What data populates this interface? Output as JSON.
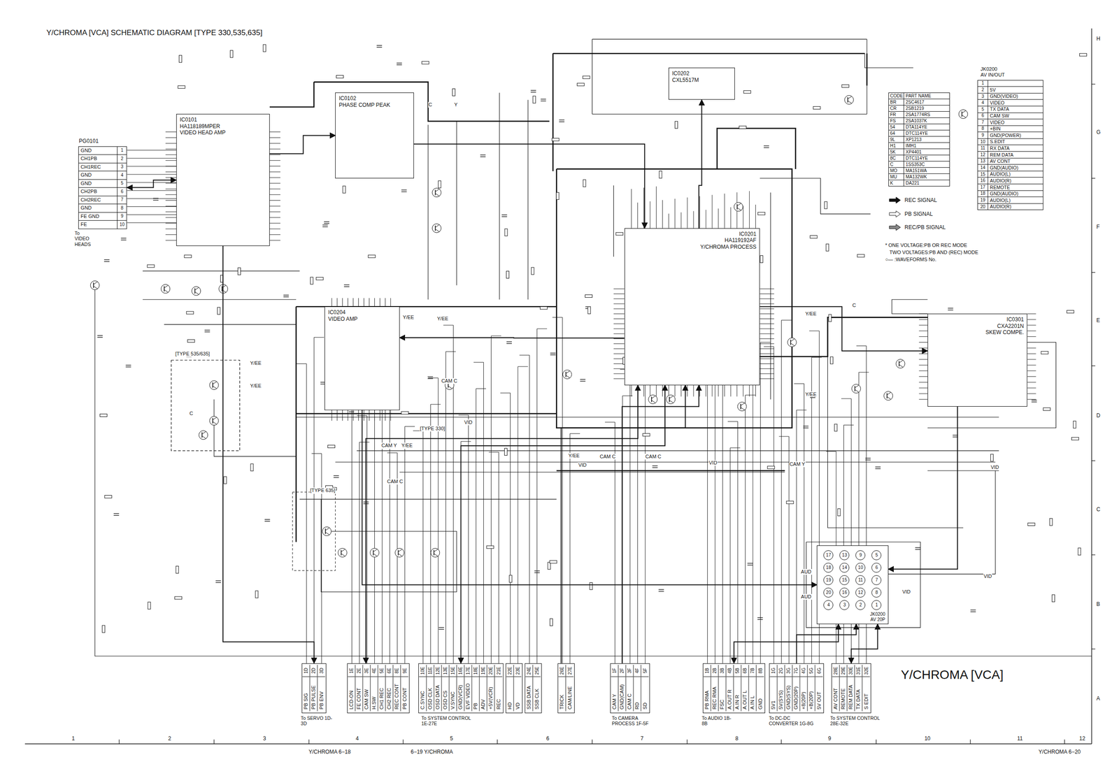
{
  "diagram": {
    "title": "Y/CHROMA [VCA] SCHEMATIC DIAGRAM [TYPE 330,535,635]",
    "nodes": [
      {
        "text": [
          "PG0101",
          "GND",
          "1",
          "CH1PB",
          "2",
          "CH1REC",
          "3",
          "GND",
          "4",
          "GND",
          "5",
          "CH2PB",
          "6",
          "CH2REC",
          "7",
          "GND",
          "8",
          "FE GND",
          "9",
          "FE",
          "10"
        ]
      },
      {
        "text": [
          "IC0101",
          "HA118189MPER",
          "VIDEO HEAD AMP"
        ]
      },
      {
        "text": [
          "IC0102",
          "PHASE COMP PEAK"
        ]
      },
      {
        "text": [
          "IC0202",
          "CXL5517M"
        ]
      },
      {
        "text": [
          "IC0201",
          "HA119192AF",
          "Y/CHROMA PROCESS"
        ]
      },
      {
        "text": [
          "IC0204",
          "VIDEO AMP"
        ]
      },
      {
        "text": [
          "IC0301",
          "CXA2201N",
          "SKEW COMPE."
        ]
      },
      {
        "text": [
          "CODE",
          "PART NAME",
          "BR",
          "2SC4617",
          "CR",
          "2SB1219",
          "FR",
          "2SA1774RS",
          "FS",
          "2SA1037K",
          "54",
          "DTA114YE",
          "64",
          "DTC114YE",
          "9L",
          "XP1213",
          "H1",
          "IMH1",
          "5K",
          "XP4401",
          "8C",
          "DTC114YE",
          "C",
          "1SS353C",
          "MO",
          "MA151WA",
          "MU",
          "MA132WK",
          "K",
          "DA221"
        ]
      },
      {
        "text": [
          "JK0200",
          "AV IN/OUT",
          "1",
          "2",
          "5V",
          "3",
          "GND(VIDEO)",
          "4",
          "VIDEO",
          "5",
          "TX DATA",
          "6",
          "CAM SW",
          "7",
          "VIDEO",
          "8",
          "+BIN",
          "9",
          "GND(POWER)",
          "10",
          "S.EDIT",
          "11",
          "RX DATA",
          "12",
          "REM DATA",
          "13",
          "AV CONT",
          "14",
          "GND(AUDIO)",
          "15",
          "AUDIO(L)",
          "16",
          "AUDIO(R)",
          "17",
          "REMOTE",
          "18",
          "GND(AUDIO)",
          "19",
          "AUDIO(L)",
          "20",
          "AUDIO(R)"
        ]
      },
      {
        "text": [
          "JK0200",
          "AV 20P",
          "17",
          "13",
          "9",
          "5",
          "18",
          "14",
          "10",
          "6",
          "19",
          "15",
          "11",
          "7",
          "20",
          "16",
          "12",
          "8",
          "4",
          "3",
          "2",
          "1"
        ]
      },
      {
        "text": [
          "PB SIG",
          "1D",
          "PB PULSE",
          "2D",
          "PB ENV",
          "3D"
        ]
      },
      {
        "text": [
          "LCD-ON",
          "1E",
          "FE CONT",
          "2E",
          "CAM SW",
          "3E",
          "H.SW",
          "4E",
          "CH1 REC",
          "5E",
          "CH2 REC",
          "6E",
          "REC CONT",
          "8E",
          "PB CONT",
          "9E"
        ]
      },
      {
        "text": [
          "C.SYNC",
          "10E",
          "OSD CLK",
          "11E",
          "OSD DATA",
          "12E",
          "OSD CS",
          "13E",
          "V.SYNC",
          "15E",
          "GND(VCR)",
          "16E",
          "EVF VIDEO",
          "17E",
          "PB",
          "18E",
          "ADV",
          "19E",
          "+5V(VCR)",
          "20E",
          "REC",
          "21E"
        ]
      },
      {
        "text": [
          "HD",
          "22E",
          "VD",
          "23E"
        ]
      },
      {
        "text": [
          "SSB DATA",
          "24E",
          "SSB CLK",
          "25E"
        ]
      },
      {
        "text": [
          "TRICK",
          "26E",
          "CAM/LINE",
          "27E"
        ]
      },
      {
        "text": [
          "CAM Y",
          "1F",
          "GND(CAM)",
          "2F",
          "CAM C",
          "3F",
          "RD",
          "4F",
          "SD",
          "5F"
        ]
      },
      {
        "text": [
          "PB RMA",
          "1B",
          "REC RMA",
          "2B",
          "FSC",
          "3B",
          "A.OUT R",
          "4B",
          "A.IN R",
          "5B",
          "A.OUT L",
          "6B",
          "A.IN L",
          "7B",
          "GND",
          "8B"
        ]
      },
      {
        "text": [
          "5V1",
          "1G",
          "5V(SYS)",
          "2G",
          "GND(SYS)",
          "3G",
          "GND(20P)",
          "7G",
          "+8(20P)",
          "4G",
          "+B(20P)",
          "5G",
          "5V OUT",
          "6G"
        ]
      },
      {
        "text": [
          "AV CONT",
          "28E",
          "REMOTE",
          "29E",
          "REM DATA",
          "30E",
          "TX DATA",
          "31E",
          "S EDIT",
          "32E"
        ]
      }
    ],
    "edges": [
      {
        "from": 0,
        "to": 1,
        "arrow": "both"
      },
      {
        "from": 1,
        "to": 2,
        "arrow": "to"
      },
      {
        "from": 2,
        "to": 4,
        "arrow": "to"
      },
      {
        "from": 4,
        "to": 3,
        "arrow": "to"
      },
      {
        "from": 4,
        "to": 5,
        "arrow": "to"
      },
      {
        "from": 5,
        "to": 9,
        "arrow": "to"
      },
      {
        "from": 4,
        "to": 6,
        "arrow": "to"
      },
      {
        "from": 6,
        "to": 9,
        "arrow": "to"
      },
      {
        "from": 1,
        "to": 10,
        "arrow": "to"
      },
      {
        "from": 11,
        "to": 4,
        "arrow": "both"
      },
      {
        "from": 12,
        "to": 4,
        "arrow": "both"
      },
      {
        "from": 16,
        "to": 4,
        "arrow": "to"
      },
      {
        "from": 17,
        "to": 9,
        "arrow": "both"
      },
      {
        "from": 18,
        "to": 9,
        "arrow": "to"
      },
      {
        "from": 19,
        "to": 9,
        "arrow": "both"
      },
      {
        "from": 15,
        "to": 4,
        "arrow": "to"
      }
    ],
    "labels": [
      "To VIDEO HEADS",
      "1",
      "2",
      "3",
      "4",
      "5",
      "6",
      "7",
      "8",
      "9",
      "10",
      "11",
      "12",
      "H",
      "G",
      "F",
      "E",
      "D",
      "C",
      "B",
      "A",
      "Y/CHROMA 6−18",
      "6−19 Y/CHROMA",
      "Y/CHROMA 6−20",
      "Y/CHROMA [VCA]",
      "[TYPE 535/635]",
      "[TYPE 330]",
      "[TYPE 635]",
      "To SERVO 1D-3D",
      "To SYSTEM CONTROL 1E-27E",
      "To CAMERA PROCESS 1F-5F",
      "To AUDIO 1B-8B",
      "To DC-DC CONVERTER 1G-8G",
      "To SYSTEM CONTROL 28E-32E",
      "* ONE VOLTAGE:PB OR REC MODE",
      "TWO VOLTAGES:PB AND (REC) MODE",
      "○— :WAVEFORMS No.",
      "CAM Y",
      "Y/EE",
      "CAM C",
      "CAM C",
      "CAM C",
      "CAM Y",
      "CAM C",
      "Y/EE",
      "Y/EE",
      "Y/EE",
      "Y/EE",
      "Y/EE",
      "Y/EE",
      "Y/EE",
      "VID",
      "VID",
      "VID",
      "VID",
      "VID",
      "VID",
      "C",
      "C",
      "C",
      "Y",
      "AUD",
      "AUD"
    ],
    "legend": [
      {
        "text": "REC SIGNAL"
      },
      {
        "text": "PB SIGNAL"
      },
      {
        "text": "REC/PB SIGNAL"
      }
    ]
  }
}
